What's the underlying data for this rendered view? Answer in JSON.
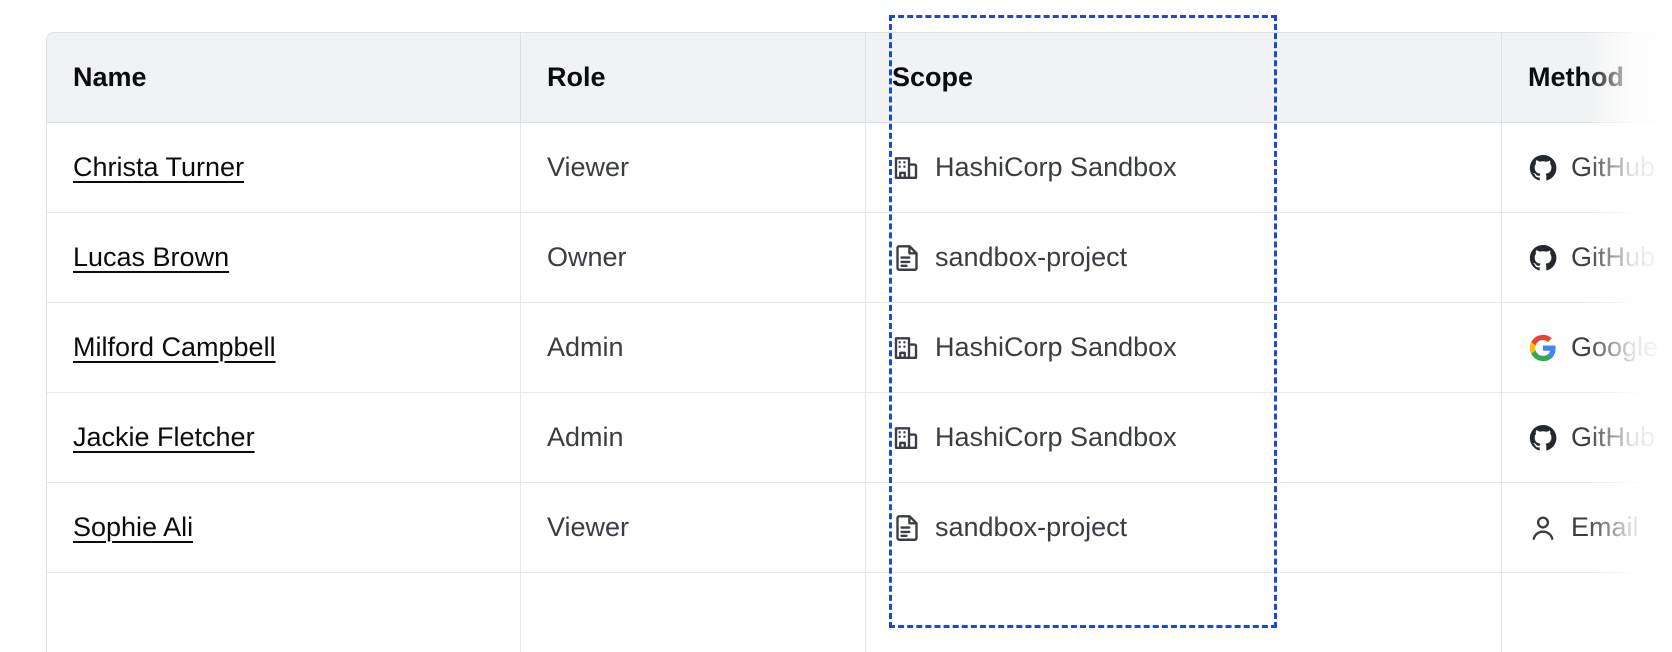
{
  "table": {
    "columns": [
      {
        "key": "name",
        "label": "Name"
      },
      {
        "key": "role",
        "label": "Role"
      },
      {
        "key": "scope",
        "label": "Scope"
      },
      {
        "key": "method",
        "label": "Method"
      }
    ],
    "rows": [
      {
        "name": "Christa Turner",
        "role": "Viewer",
        "scope": "HashiCorp Sandbox",
        "scope_icon": "organization-building-icon",
        "method": "GitHub",
        "method_icon": "github-icon"
      },
      {
        "name": "Lucas Brown",
        "role": "Owner",
        "scope": "sandbox-project",
        "scope_icon": "project-document-icon",
        "method": "GitHub",
        "method_icon": "github-icon"
      },
      {
        "name": "Milford Campbell",
        "role": "Admin",
        "scope": "HashiCorp Sandbox",
        "scope_icon": "organization-building-icon",
        "method": "Google",
        "method_icon": "google-icon"
      },
      {
        "name": "Jackie Fletcher",
        "role": "Admin",
        "scope": "HashiCorp Sandbox",
        "scope_icon": "organization-building-icon",
        "method": "GitHub",
        "method_icon": "github-icon"
      },
      {
        "name": "Sophie Ali",
        "role": "Viewer",
        "scope": "sandbox-project",
        "scope_icon": "project-document-icon",
        "method": "Email",
        "method_icon": "user-icon"
      },
      {
        "name": "",
        "role": "",
        "scope": "",
        "scope_icon": "",
        "method": "",
        "method_icon": ""
      }
    ]
  },
  "annotation": {
    "type": "dashed-highlight-rectangle",
    "target_column": "Scope",
    "color": "#1B4ACB"
  },
  "colors": {
    "header_background": "#F1F2F3",
    "border": "#DEDFE3",
    "row_border": "#E6E7EA",
    "text_primary": "#0C0C0E",
    "text_secondary": "#3B3D45",
    "highlight": "#1B4ACB",
    "icon": "#3B3D45"
  }
}
